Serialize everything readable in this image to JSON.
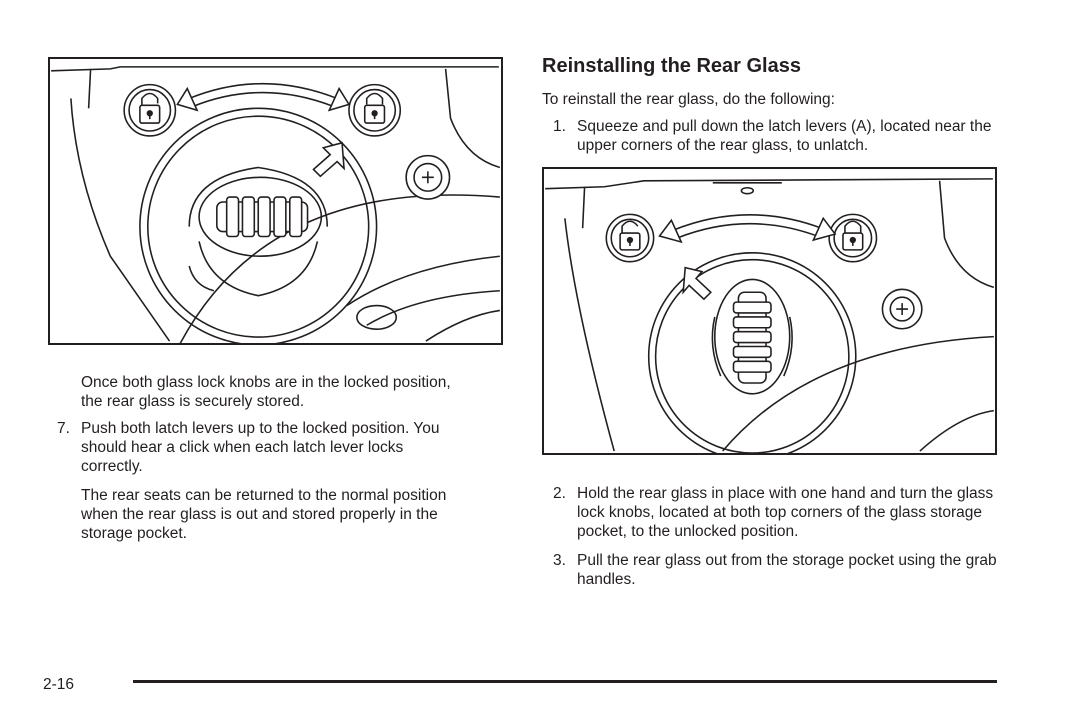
{
  "left": {
    "para1": "Once both glass lock knobs are in the locked position, the rear glass is securely stored.",
    "step7": {
      "number": "7.",
      "text": "Push both latch levers up to the locked position. You should hear a click when each latch lever locks correctly."
    },
    "para2": "The rear seats can be returned to the normal position when the rear glass is out and stored properly in the storage pocket."
  },
  "right": {
    "heading": "Reinstalling the Rear Glass",
    "intro": "To reinstall the rear glass, do the following:",
    "steps": [
      {
        "number": "1.",
        "text": "Squeeze and pull down the latch levers (A), located near the upper corners of the rear glass, to unlatch."
      },
      {
        "number": "2.",
        "text": "Hold the rear glass in place with one hand and turn the glass lock knobs, located at both top corners of the glass storage pocket, to the unlocked position."
      },
      {
        "number": "3.",
        "text": "Pull the rear glass out from the storage pocket using the grab handles."
      }
    ]
  },
  "footer": {
    "page_number": "2-16"
  },
  "icons": [
    "locked-padlock-icon",
    "unlocked-padlock-icon",
    "rotation-arrow-icon",
    "direction-arrow-icon",
    "screw-icon"
  ]
}
